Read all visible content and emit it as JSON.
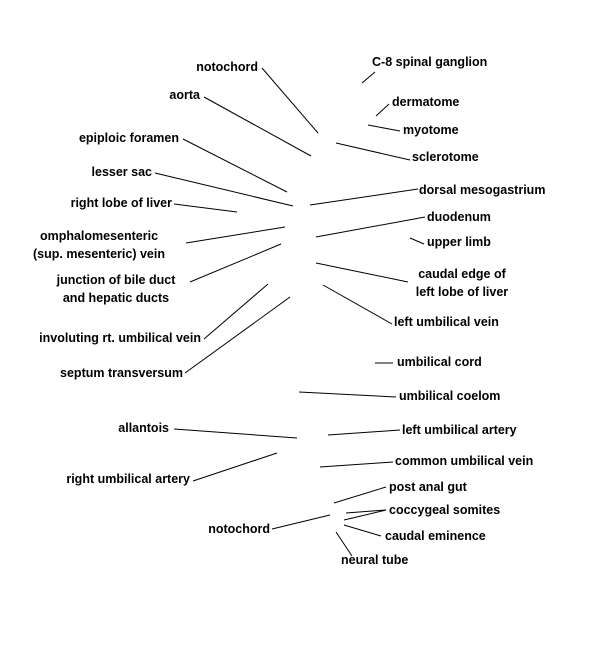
{
  "diagram": {
    "labels": {
      "notochord_top": "notochord",
      "aorta": "aorta",
      "epiploic_foramen": "epiploic foramen",
      "lesser_sac": "lesser sac",
      "right_lobe_liver": "right lobe of liver",
      "omphalomesenteric_1": "omphalomesenteric",
      "omphalomesenteric_2": "(sup. mesenteric) vein",
      "junction_1": "junction of bile duct",
      "junction_2": "and hepatic ducts",
      "involuting_vein": "involuting rt. umbilical vein",
      "septum_transversum": "septum transversum",
      "allantois": "allantois",
      "right_umbilical_artery": "right umbilical artery",
      "notochord_bottom": "notochord",
      "c8_ganglion": "C-8 spinal ganglion",
      "dermatome": "dermatome",
      "myotome": "myotome",
      "sclerotome": "sclerotome",
      "dorsal_mesogastrium": "dorsal mesogastrium",
      "duodenum": "duodenum",
      "upper_limb": "upper limb",
      "caudal_edge_1": "caudal edge of",
      "caudal_edge_2": "left lobe of liver",
      "left_umbilical_vein": "left umbilical vein",
      "umbilical_cord": "umbilical cord",
      "umbilical_coelom": "umbilical coelom",
      "left_umbilical_artery": "left umbilical artery",
      "common_umbilical_vein": "common umbilical vein",
      "post_anal_gut": "post anal gut",
      "coccygeal_somites": "coccygeal somites",
      "caudal_eminence": "caudal eminence",
      "neural_tube": "neural tube"
    },
    "colors": {
      "background": "#ffffff",
      "ink": "#000000"
    }
  }
}
